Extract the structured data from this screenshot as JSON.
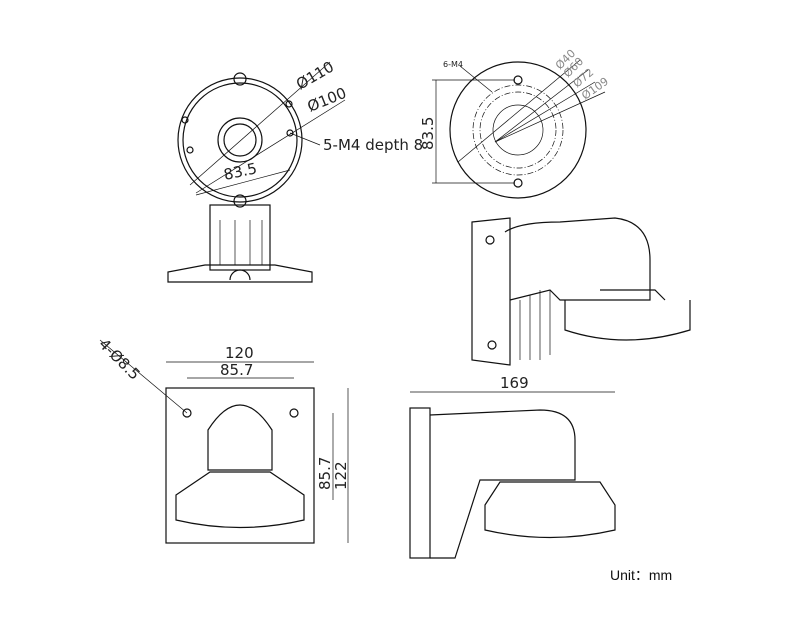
{
  "top_left_view": {
    "dia_outer": "Ø110",
    "dia_inner": "Ø100",
    "holes": "5-M4 depth 8",
    "pitch": "83.5"
  },
  "top_right_view": {
    "holes": "6-M4",
    "height": "83.5",
    "dia_40": "Ø40",
    "dia_60": "Ø60",
    "dia_72": "Ø72",
    "dia_109": "Ø109"
  },
  "bottom_left_view": {
    "holes": "4-Ø8.5",
    "width_outer": "120",
    "width_inner": "85.7",
    "height_inner": "85.7",
    "height_outer": "122"
  },
  "bottom_right_view": {
    "length": "169"
  },
  "unit_label": "Unit：mm"
}
